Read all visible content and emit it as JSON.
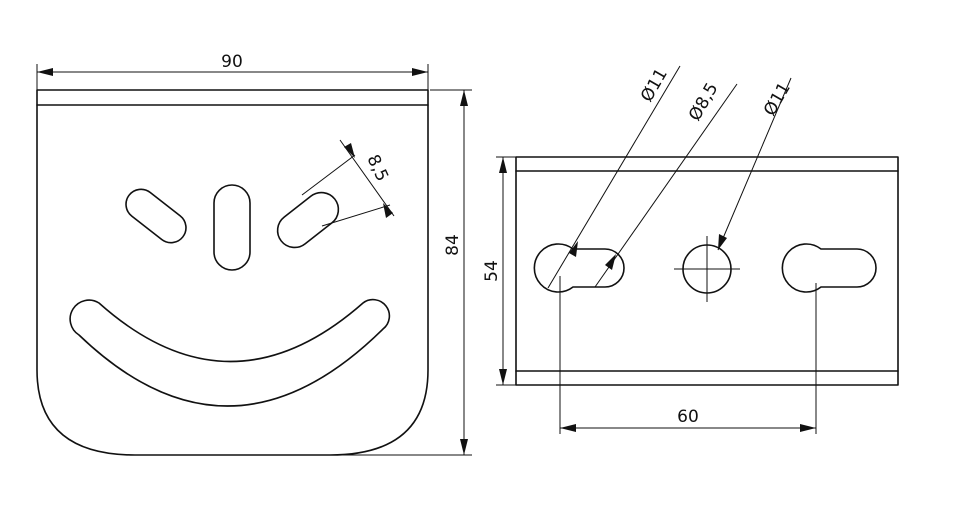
{
  "front_view": {
    "width_dim": "90",
    "height_dim": "84",
    "slot_dim": "8,5"
  },
  "side_view": {
    "height_dim": "54",
    "spacing_dim": "60",
    "hole1_dim": "Ø11",
    "hole2_dim": "Ø8,5",
    "hole3_dim": "Ø11"
  }
}
